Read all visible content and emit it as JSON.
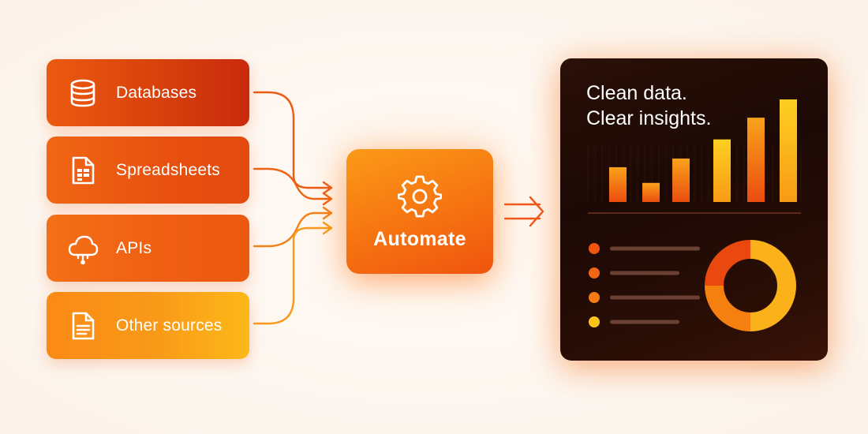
{
  "sources": [
    {
      "label": "Databases",
      "icon": "database-icon"
    },
    {
      "label": "Spreadsheets",
      "icon": "spreadsheet-icon"
    },
    {
      "label": "APIs",
      "icon": "cloud-icon"
    },
    {
      "label": "Other sources",
      "icon": "document-icon"
    }
  ],
  "process": {
    "label": "Automate",
    "icon": "gear-icon"
  },
  "dashboard": {
    "headline_line1": "Clean data.",
    "headline_line2": "Clear insights.",
    "bar_values": [
      40,
      22,
      50,
      72,
      97,
      118
    ],
    "legend_dot_colors": [
      "#f0540e",
      "#f06614",
      "#f47a16",
      "#fcc419"
    ],
    "donut_slices": [
      {
        "value": 50,
        "color": "#fbb21a"
      },
      {
        "value": 25,
        "color": "#f5800f"
      },
      {
        "value": 25,
        "color": "#e9490e"
      }
    ]
  },
  "colors": {
    "accent": "#f0540e",
    "accent_yellow": "#fcc419",
    "dashboard_bg": "#1c0905"
  }
}
